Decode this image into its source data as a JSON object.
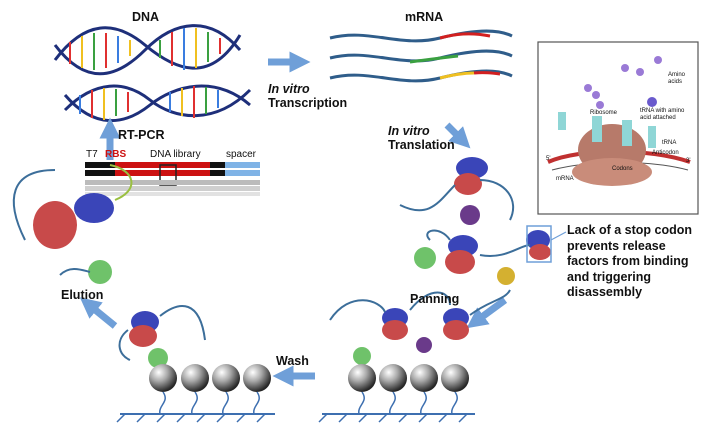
{
  "labels": {
    "dna": "DNA",
    "mrna": "mRNA",
    "in_vitro_1": "In vitro",
    "transcription": "Transcription",
    "in_vitro_2": "In vitro",
    "translation": "Translation",
    "rt_pcr": "RT-PCR",
    "elution": "Elution",
    "panning": "Panning",
    "wash": "Wash"
  },
  "construct": {
    "t7": "T7",
    "rbs": "RBS",
    "dna_library": "DNA library",
    "spacer": "spacer"
  },
  "inset": {
    "amino_acids": "Amino acids",
    "trna_with_aa": "tRNA with amino acid attached",
    "ribosome": "Ribosome",
    "trna": "tRNA",
    "anticodon": "Anticodon",
    "codons": "Codons",
    "mrna": "mRNA",
    "five_prime": "5'",
    "three_prime": "3'"
  },
  "note": "Lack of a stop codon prevents release factors from binding and triggering disassembly",
  "colors": {
    "arrow": "#6f9fd8",
    "rbs": "#cc1111",
    "spacer": "#7fb3e6",
    "ribosome_large": "#b7412f",
    "ribosome_small": "#3a45b8",
    "bead": "#8a8a8a",
    "surface": "#3d6fb0"
  }
}
